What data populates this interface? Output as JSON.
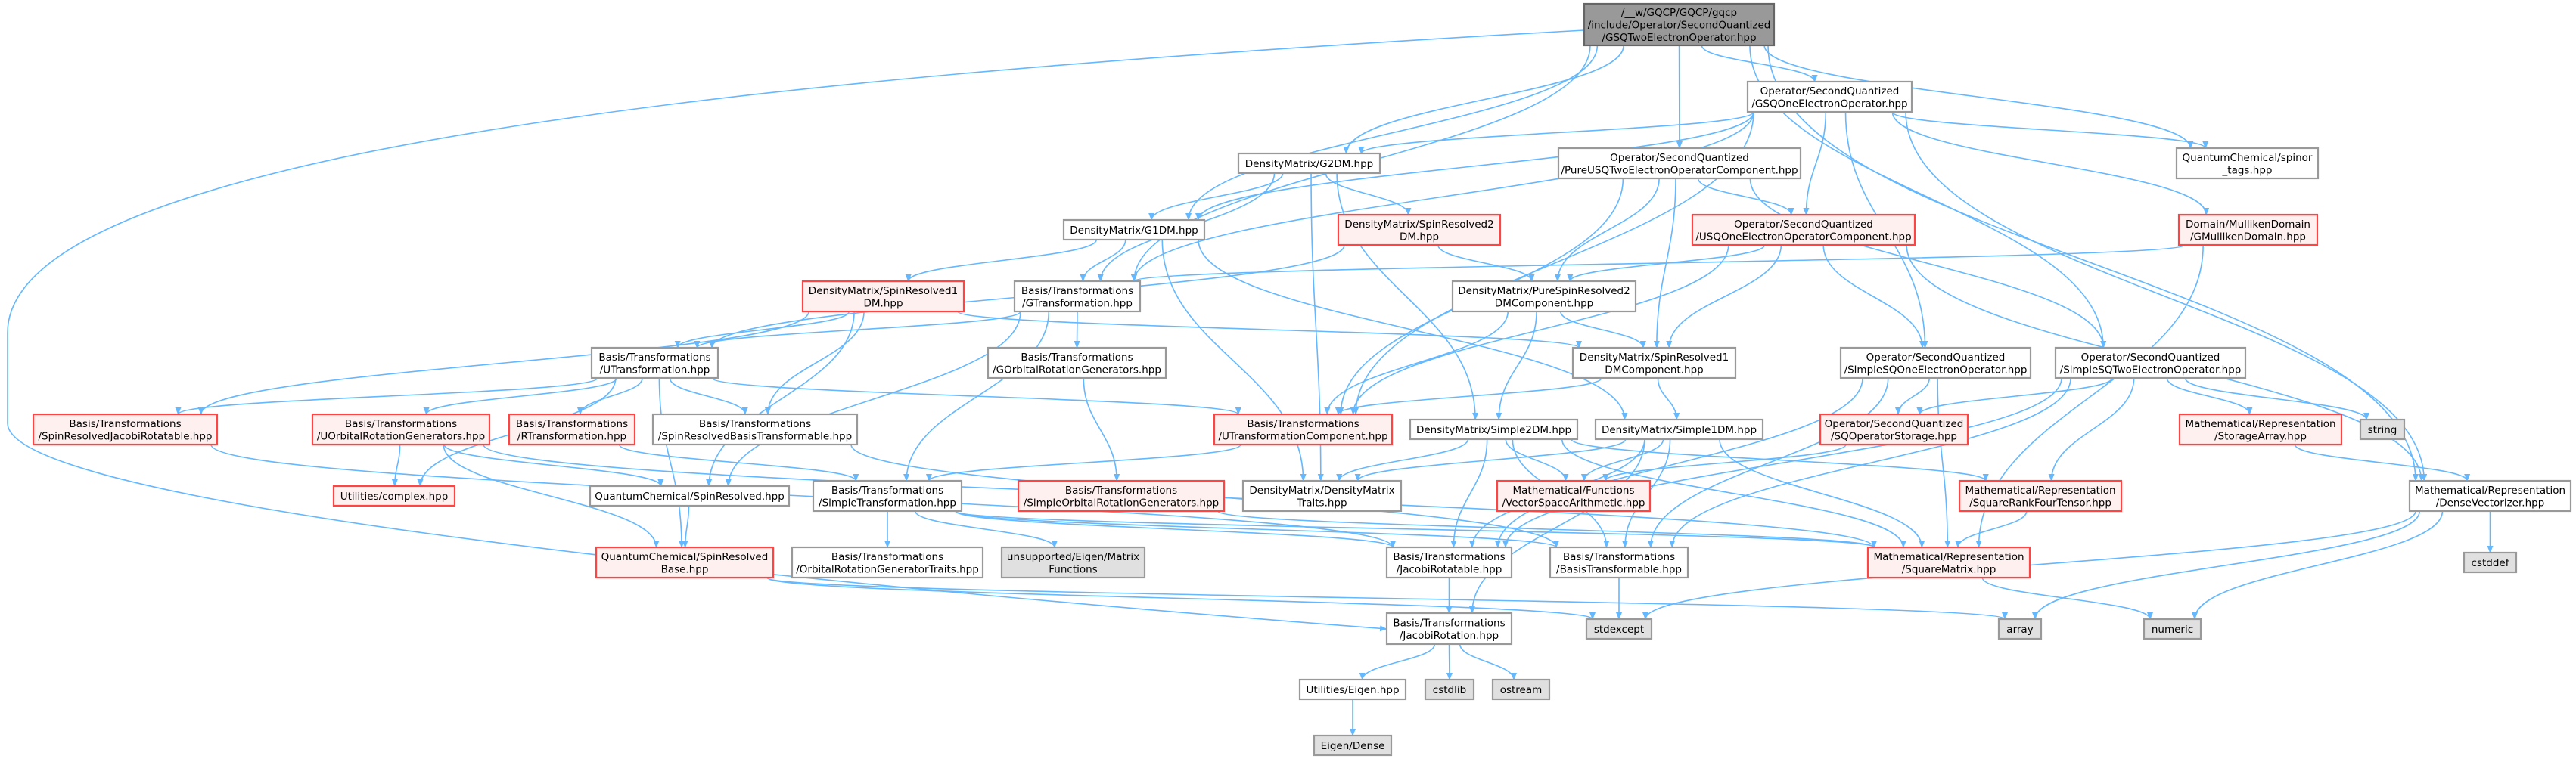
{
  "colors": {
    "edge": "#63B8FF",
    "root_fill": "#999999",
    "root_border": "#666666",
    "normal_fill": "#FFFFFF",
    "normal_border": "#999999",
    "red_fill": "#FFF0F0",
    "red_border": "#FF4444",
    "external_fill": "#E0E0E0",
    "external_border": "#999999"
  },
  "graph": {
    "nodes": [
      {
        "id": "root",
        "kind": "root",
        "lines": [
          "/__w/GQCP/GQCP/gqcp",
          "/include/Operator/SecondQuantized",
          "/GSQTwoElectronOperator.hpp"
        ]
      },
      {
        "id": "gsqone",
        "kind": "normal",
        "lines": [
          "Operator/SecondQuantized",
          "/GSQOneElectronOperator.hpp"
        ]
      },
      {
        "id": "spinor",
        "kind": "normal",
        "lines": [
          "QuantumChemical/spinor",
          "_tags.hpp"
        ]
      },
      {
        "id": "g2dm",
        "kind": "normal",
        "lines": [
          "DensityMatrix/G2DM.hpp"
        ]
      },
      {
        "id": "pureusq",
        "kind": "normal",
        "lines": [
          "Operator/SecondQuantized",
          "/PureUSQTwoElectronOperatorComponent.hpp"
        ]
      },
      {
        "id": "g1dm",
        "kind": "normal",
        "lines": [
          "DensityMatrix/G1DM.hpp"
        ]
      },
      {
        "id": "sr2dm",
        "kind": "red",
        "lines": [
          "DensityMatrix/SpinResolved2",
          "DM.hpp"
        ]
      },
      {
        "id": "usqone",
        "kind": "red",
        "lines": [
          "Operator/SecondQuantized",
          "/USQOneElectronOperatorComponent.hpp"
        ]
      },
      {
        "id": "mulliken",
        "kind": "red",
        "lines": [
          "Domain/MullikenDomain",
          "/GMullikenDomain.hpp"
        ]
      },
      {
        "id": "sr1dm",
        "kind": "red",
        "lines": [
          "DensityMatrix/SpinResolved1",
          "DM.hpp"
        ]
      },
      {
        "id": "gtrans",
        "kind": "normal",
        "lines": [
          "Basis/Transformations",
          "/GTransformation.hpp"
        ]
      },
      {
        "id": "pure2dmc",
        "kind": "normal",
        "lines": [
          "DensityMatrix/PureSpinResolved2",
          "DMComponent.hpp"
        ]
      },
      {
        "id": "utrans",
        "kind": "normal",
        "lines": [
          "Basis/Transformations",
          "/UTransformation.hpp"
        ]
      },
      {
        "id": "gorbgen",
        "kind": "normal",
        "lines": [
          "Basis/Transformations",
          "/GOrbitalRotationGenerators.hpp"
        ]
      },
      {
        "id": "sr1dmc",
        "kind": "normal",
        "lines": [
          "DensityMatrix/SpinResolved1",
          "DMComponent.hpp"
        ]
      },
      {
        "id": "simplesqone",
        "kind": "normal",
        "lines": [
          "Operator/SecondQuantized",
          "/SimpleSQOneElectronOperator.hpp"
        ]
      },
      {
        "id": "simplesqtwo",
        "kind": "normal",
        "lines": [
          "Operator/SecondQuantized",
          "/SimpleSQTwoElectronOperator.hpp"
        ]
      },
      {
        "id": "srjacobi",
        "kind": "red",
        "lines": [
          "Basis/Transformations",
          "/SpinResolvedJacobiRotatable.hpp"
        ]
      },
      {
        "id": "uorbgen",
        "kind": "red",
        "lines": [
          "Basis/Transformations",
          "/UOrbitalRotationGenerators.hpp"
        ]
      },
      {
        "id": "rtrans",
        "kind": "red",
        "lines": [
          "Basis/Transformations",
          "/RTransformation.hpp"
        ]
      },
      {
        "id": "srbasis",
        "kind": "normal",
        "lines": [
          "Basis/Transformations",
          "/SpinResolvedBasisTransformable.hpp"
        ]
      },
      {
        "id": "utranscomp",
        "kind": "red",
        "lines": [
          "Basis/Transformations",
          "/UTransformationComponent.hpp"
        ]
      },
      {
        "id": "simple2dm",
        "kind": "normal",
        "lines": [
          "DensityMatrix/Simple2DM.hpp"
        ]
      },
      {
        "id": "simple1dm",
        "kind": "normal",
        "lines": [
          "DensityMatrix/Simple1DM.hpp"
        ]
      },
      {
        "id": "sqstorage",
        "kind": "red",
        "lines": [
          "Operator/SecondQuantized",
          "/SQOperatorStorage.hpp"
        ]
      },
      {
        "id": "storagearray",
        "kind": "red",
        "lines": [
          "Mathematical/Representation",
          "/StorageArray.hpp"
        ]
      },
      {
        "id": "string",
        "kind": "external",
        "lines": [
          "string"
        ]
      },
      {
        "id": "complex",
        "kind": "red",
        "lines": [
          "Utilities/complex.hpp"
        ]
      },
      {
        "id": "spinresolved",
        "kind": "normal",
        "lines": [
          "QuantumChemical/SpinResolved.hpp"
        ]
      },
      {
        "id": "simpletrans",
        "kind": "normal",
        "lines": [
          "Basis/Transformations",
          "/SimpleTransformation.hpp"
        ]
      },
      {
        "id": "simpleorbgen",
        "kind": "red",
        "lines": [
          "Basis/Transformations",
          "/SimpleOrbitalRotationGenerators.hpp"
        ]
      },
      {
        "id": "dmtraits",
        "kind": "normal",
        "lines": [
          "DensityMatrix/DensityMatrix",
          "Traits.hpp"
        ]
      },
      {
        "id": "vsa",
        "kind": "red",
        "lines": [
          "Mathematical/Functions",
          "/VectorSpaceArithmetic.hpp"
        ]
      },
      {
        "id": "srft",
        "kind": "red",
        "lines": [
          "Mathematical/Representation",
          "/SquareRankFourTensor.hpp"
        ]
      },
      {
        "id": "densevec",
        "kind": "normal",
        "lines": [
          "Mathematical/Representation",
          "/DenseVectorizer.hpp"
        ]
      },
      {
        "id": "srbase",
        "kind": "red",
        "lines": [
          "QuantumChemical/SpinResolved",
          "Base.hpp"
        ]
      },
      {
        "id": "orbtraits",
        "kind": "normal",
        "lines": [
          "Basis/Transformations",
          "/OrbitalRotationGeneratorTraits.hpp"
        ]
      },
      {
        "id": "eigenmf",
        "kind": "external",
        "lines": [
          "unsupported/Eigen/Matrix",
          "Functions"
        ]
      },
      {
        "id": "jacobirotatable",
        "kind": "normal",
        "lines": [
          "Basis/Transformations",
          "/JacobiRotatable.hpp"
        ]
      },
      {
        "id": "basistransformable",
        "kind": "normal",
        "lines": [
          "Basis/Transformations",
          "/BasisTransformable.hpp"
        ]
      },
      {
        "id": "squarematrix",
        "kind": "red",
        "lines": [
          "Mathematical/Representation",
          "/SquareMatrix.hpp"
        ]
      },
      {
        "id": "cstddef",
        "kind": "external",
        "lines": [
          "cstddef"
        ]
      },
      {
        "id": "jacobirotation",
        "kind": "normal",
        "lines": [
          "Basis/Transformations",
          "/JacobiRotation.hpp"
        ]
      },
      {
        "id": "stdexcept",
        "kind": "external",
        "lines": [
          "stdexcept"
        ]
      },
      {
        "id": "array",
        "kind": "external",
        "lines": [
          "array"
        ]
      },
      {
        "id": "numeric",
        "kind": "external",
        "lines": [
          "numeric"
        ]
      },
      {
        "id": "utileigen",
        "kind": "normal",
        "lines": [
          "Utilities/Eigen.hpp"
        ]
      },
      {
        "id": "cstdlib",
        "kind": "external",
        "lines": [
          "cstdlib"
        ]
      },
      {
        "id": "ostream",
        "kind": "external",
        "lines": [
          "ostream"
        ]
      },
      {
        "id": "eigendense",
        "kind": "external",
        "lines": [
          "Eigen/Dense"
        ]
      }
    ],
    "edges": [
      [
        "root",
        "gsqone"
      ],
      [
        "root",
        "spinor"
      ],
      [
        "root",
        "g2dm"
      ],
      [
        "root",
        "pureusq"
      ],
      [
        "root",
        "g1dm"
      ],
      [
        "root",
        "gtrans"
      ],
      [
        "root",
        "simplesqtwo"
      ],
      [
        "root",
        "densevec"
      ],
      [
        "root",
        "jacobirotation"
      ],
      [
        "gsqone",
        "g2dm"
      ],
      [
        "gsqone",
        "g1dm"
      ],
      [
        "gsqone",
        "gtrans"
      ],
      [
        "gsqone",
        "usqone"
      ],
      [
        "gsqone",
        "simplesqone"
      ],
      [
        "gsqone",
        "spinor"
      ],
      [
        "gsqone",
        "mulliken"
      ],
      [
        "gsqone",
        "densevec"
      ],
      [
        "gsqone",
        "utranscomp"
      ],
      [
        "g2dm",
        "g1dm"
      ],
      [
        "g2dm",
        "sr2dm"
      ],
      [
        "g2dm",
        "gtrans"
      ],
      [
        "g2dm",
        "simple2dm"
      ],
      [
        "g2dm",
        "dmtraits"
      ],
      [
        "pureusq",
        "usqone"
      ],
      [
        "pureusq",
        "pure2dmc"
      ],
      [
        "pureusq",
        "sr1dmc"
      ],
      [
        "pureusq",
        "utranscomp"
      ],
      [
        "pureusq",
        "simplesqtwo"
      ],
      [
        "g1dm",
        "sr1dm"
      ],
      [
        "g1dm",
        "gtrans"
      ],
      [
        "g1dm",
        "simple1dm"
      ],
      [
        "g1dm",
        "dmtraits"
      ],
      [
        "sr2dm",
        "pure2dmc"
      ],
      [
        "sr2dm",
        "utrans"
      ],
      [
        "usqone",
        "pure2dmc"
      ],
      [
        "usqone",
        "sr1dmc"
      ],
      [
        "usqone",
        "simplesqone"
      ],
      [
        "usqone",
        "utranscomp"
      ],
      [
        "usqone",
        "densevec"
      ],
      [
        "mulliken",
        "gtrans"
      ],
      [
        "mulliken",
        "squarematrix"
      ],
      [
        "sr1dm",
        "utrans"
      ],
      [
        "sr1dm",
        "srbasis"
      ],
      [
        "sr1dm",
        "srjacobi"
      ],
      [
        "sr1dm",
        "sr1dmc"
      ],
      [
        "sr1dm",
        "spinresolved"
      ],
      [
        "gtrans",
        "utrans"
      ],
      [
        "gtrans",
        "gorbgen"
      ],
      [
        "gtrans",
        "simpletrans"
      ],
      [
        "gtrans",
        "spinresolved"
      ],
      [
        "pure2dmc",
        "sr1dmc"
      ],
      [
        "pure2dmc",
        "simple2dm"
      ],
      [
        "pure2dmc",
        "utranscomp"
      ],
      [
        "utrans",
        "srjacobi"
      ],
      [
        "utrans",
        "uorbgen"
      ],
      [
        "utrans",
        "rtrans"
      ],
      [
        "utrans",
        "srbasis"
      ],
      [
        "utrans",
        "utranscomp"
      ],
      [
        "utrans",
        "complex"
      ],
      [
        "utrans",
        "srbase"
      ],
      [
        "gorbgen",
        "simpleorbgen"
      ],
      [
        "sr1dmc",
        "simple1dm"
      ],
      [
        "sr1dmc",
        "utranscomp"
      ],
      [
        "simplesqone",
        "sqstorage"
      ],
      [
        "simplesqone",
        "basistransformable"
      ],
      [
        "simplesqone",
        "jacobirotatable"
      ],
      [
        "simplesqone",
        "squarematrix"
      ],
      [
        "simplesqtwo",
        "sqstorage"
      ],
      [
        "simplesqtwo",
        "storagearray"
      ],
      [
        "simplesqtwo",
        "string"
      ],
      [
        "simplesqtwo",
        "srft"
      ],
      [
        "simplesqtwo",
        "basistransformable"
      ],
      [
        "simplesqtwo",
        "jacobirotatable"
      ],
      [
        "srjacobi",
        "jacobirotatable"
      ],
      [
        "uorbgen",
        "complex"
      ],
      [
        "uorbgen",
        "spinresolved"
      ],
      [
        "uorbgen",
        "srbase"
      ],
      [
        "uorbgen",
        "squarematrix"
      ],
      [
        "rtrans",
        "simpletrans"
      ],
      [
        "srbasis",
        "basistransformable"
      ],
      [
        "utranscomp",
        "simpletrans"
      ],
      [
        "simple2dm",
        "vsa"
      ],
      [
        "simple2dm",
        "dmtraits"
      ],
      [
        "simple2dm",
        "jacobirotatable"
      ],
      [
        "simple2dm",
        "squarematrix"
      ],
      [
        "simple2dm",
        "srft"
      ],
      [
        "simple2dm",
        "basistransformable"
      ],
      [
        "simple1dm",
        "vsa"
      ],
      [
        "simple1dm",
        "dmtraits"
      ],
      [
        "simple1dm",
        "jacobirotatable"
      ],
      [
        "simple1dm",
        "basistransformable"
      ],
      [
        "simple1dm",
        "squarematrix"
      ],
      [
        "simple1dm",
        "jacobirotation"
      ],
      [
        "sqstorage",
        "vsa"
      ],
      [
        "storagearray",
        "densevec"
      ],
      [
        "spinresolved",
        "srbase"
      ],
      [
        "simpletrans",
        "orbtraits"
      ],
      [
        "simpletrans",
        "eigenmf"
      ],
      [
        "simpletrans",
        "jacobirotatable"
      ],
      [
        "simpletrans",
        "basistransformable"
      ],
      [
        "simpletrans",
        "squarematrix"
      ],
      [
        "simpleorbgen",
        "squarematrix"
      ],
      [
        "srft",
        "squarematrix"
      ],
      [
        "densevec",
        "cstddef"
      ],
      [
        "densevec",
        "array"
      ],
      [
        "densevec",
        "numeric"
      ],
      [
        "densevec",
        "stdexcept"
      ],
      [
        "srbase",
        "array"
      ],
      [
        "srbase",
        "stdexcept"
      ],
      [
        "jacobirotatable",
        "jacobirotation"
      ],
      [
        "basistransformable",
        "stdexcept"
      ],
      [
        "squarematrix",
        "numeric"
      ],
      [
        "jacobirotation",
        "utileigen"
      ],
      [
        "jacobirotation",
        "cstdlib"
      ],
      [
        "jacobirotation",
        "ostream"
      ],
      [
        "utileigen",
        "eigendense"
      ]
    ]
  }
}
